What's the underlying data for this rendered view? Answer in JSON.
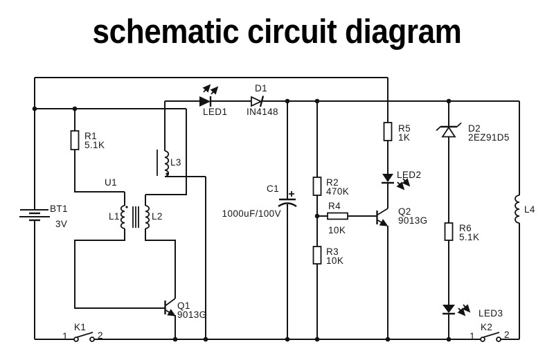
{
  "title": "schematic circuit diagram",
  "colors": {
    "line": "#131313",
    "text": "#161616",
    "background": "#ffffff"
  },
  "components": {
    "bt1": {
      "ref": "BT1",
      "value": "3V"
    },
    "k1": {
      "ref": "K1",
      "pin1": "1",
      "pin2": "2"
    },
    "k2": {
      "ref": "K2",
      "pin1": "1",
      "pin2": "2"
    },
    "r1": {
      "ref": "R1",
      "value": "5.1K"
    },
    "r2": {
      "ref": "R2",
      "value": "470K"
    },
    "r3": {
      "ref": "R3",
      "value": "10K"
    },
    "r4": {
      "ref": "R4",
      "value": "10K"
    },
    "r5": {
      "ref": "R5",
      "value": "1K"
    },
    "r6": {
      "ref": "R6",
      "value": "5.1K"
    },
    "u1": {
      "ref": "U1"
    },
    "l1": {
      "ref": "L1"
    },
    "l2": {
      "ref": "L2"
    },
    "l3": {
      "ref": "L3"
    },
    "l4": {
      "ref": "L4"
    },
    "led1": {
      "ref": "LED1"
    },
    "led2": {
      "ref": "LED2"
    },
    "led3": {
      "ref": "LED3"
    },
    "d1": {
      "ref": "D1",
      "value": "IN4148"
    },
    "d2": {
      "ref": "D2",
      "value": "2EZ91D5"
    },
    "c1": {
      "ref": "C1",
      "value": "1000uF/100V"
    },
    "q1": {
      "ref": "Q1",
      "value": "9013G"
    },
    "q2": {
      "ref": "Q2",
      "value": "9013G"
    }
  }
}
